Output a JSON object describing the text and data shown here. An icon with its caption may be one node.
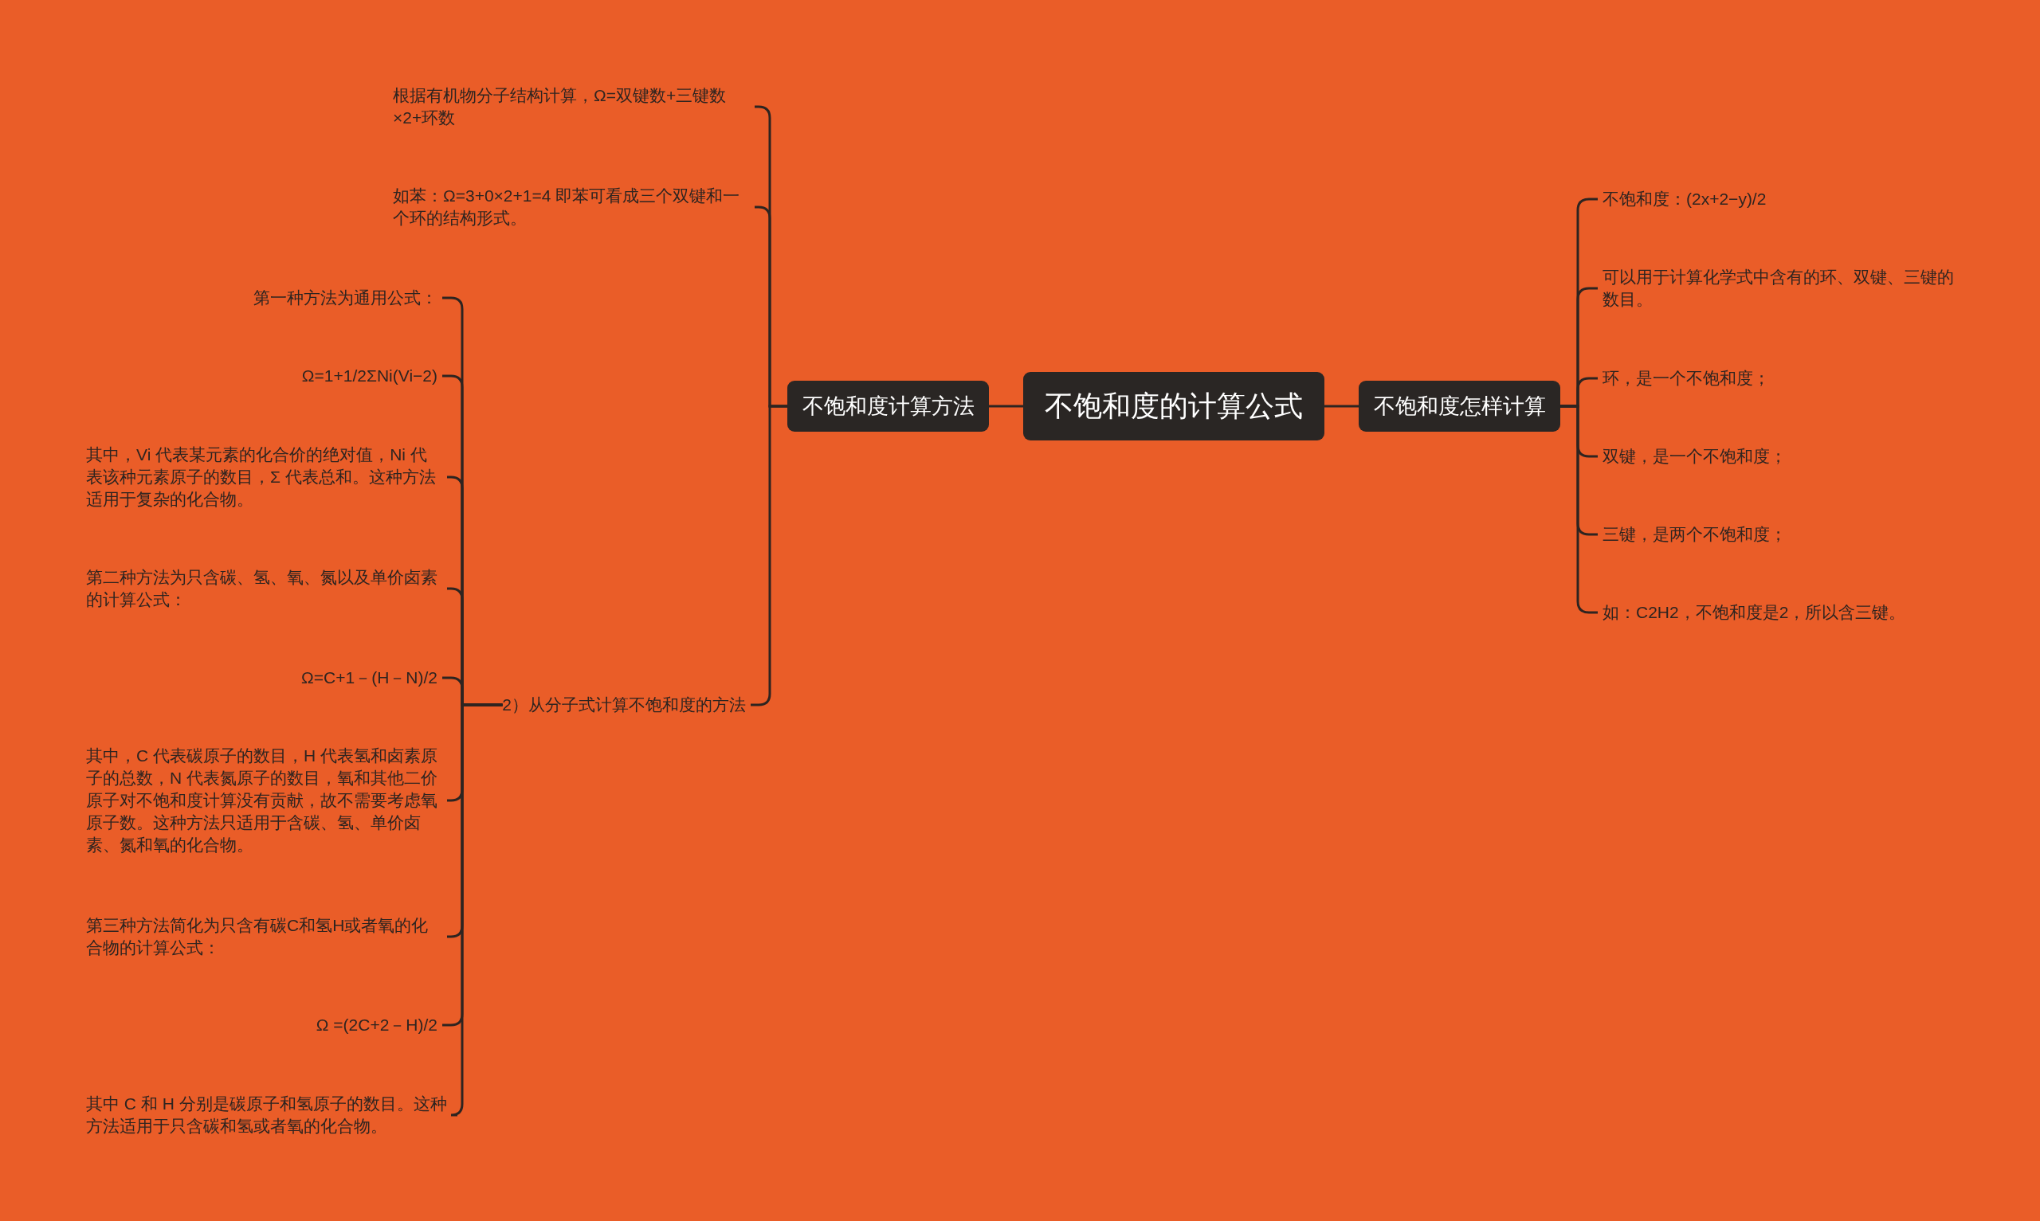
{
  "diagram": {
    "nodes": [
      {
        "text": [
          "不饱和度的计算公式"
        ]
      },
      {
        "text": [
          "不饱和度计算方法"
        ]
      },
      {
        "text": [
          "不饱和度怎样计算"
        ]
      },
      {
        "text": [
          "根据有机物分子结构计算，Ω=双键数+三键数×2+环数"
        ]
      },
      {
        "text": [
          "如苯：Ω=3+0×2+1=4 即苯可看成三个双键和一个环的结构形式。"
        ]
      },
      {
        "text": [
          "2）从分子式计算不饱和度的方法"
        ]
      },
      {
        "text": [
          "第一种方法为通用公式："
        ]
      },
      {
        "text": [
          "Ω=1+1/2ΣNi(Vi−2)"
        ]
      },
      {
        "text": [
          "其中，Vi 代表某元素的化合价的绝对值，Ni 代表该种元素原子的数目，Σ 代表总和。这种方法适用于复杂的化合物。"
        ]
      },
      {
        "text": [
          "第二种方法为只含碳、氢、氧、氮以及单价卤素的计算公式："
        ]
      },
      {
        "text": [
          "Ω=C+1－(H－N)/2"
        ]
      },
      {
        "text": [
          "其中，C 代表碳原子的数目，H 代表氢和卤素原子的总数，N 代表氮原子的数目，氧和其他二价原子对不饱和度计算没有贡献，故不需要考虑氧原子数。这种方法只适用于含碳、氢、单价卤素、氮和氧的化合物。"
        ]
      },
      {
        "text": [
          "第三种方法简化为只含有碳C和氢H或者氧的化合物的计算公式："
        ]
      },
      {
        "text": [
          "Ω =(2C+2－H)/2"
        ]
      },
      {
        "text": [
          "其中 C 和 H 分别是碳原子和氢原子的数目。这种方法适用于只含碳和氢或者氧的化合物。"
        ]
      },
      {
        "text": [
          "不饱和度：(2x+2−y)/2"
        ]
      },
      {
        "text": [
          "可以用于计算化学式中含有的环、双键、三键的数目。"
        ]
      },
      {
        "text": [
          "环，是一个不饱和度；"
        ]
      },
      {
        "text": [
          "双键，是一个不饱和度；"
        ]
      },
      {
        "text": [
          "三键，是两个不饱和度；"
        ]
      },
      {
        "text": [
          "如：C2H2，不饱和度是2，所以含三键。"
        ]
      }
    ],
    "edges": [
      {
        "from": 0,
        "to": 1,
        "arrow": "none"
      },
      {
        "from": 0,
        "to": 2,
        "arrow": "none"
      },
      {
        "from": 1,
        "to": 3,
        "arrow": "none"
      },
      {
        "from": 1,
        "to": 4,
        "arrow": "none"
      },
      {
        "from": 1,
        "to": 5,
        "arrow": "none"
      },
      {
        "from": 5,
        "to": 6,
        "arrow": "none"
      },
      {
        "from": 5,
        "to": 7,
        "arrow": "none"
      },
      {
        "from": 5,
        "to": 8,
        "arrow": "none"
      },
      {
        "from": 5,
        "to": 9,
        "arrow": "none"
      },
      {
        "from": 5,
        "to": 10,
        "arrow": "none"
      },
      {
        "from": 5,
        "to": 11,
        "arrow": "none"
      },
      {
        "from": 5,
        "to": 12,
        "arrow": "none"
      },
      {
        "from": 5,
        "to": 13,
        "arrow": "none"
      },
      {
        "from": 5,
        "to": 14,
        "arrow": "none"
      },
      {
        "from": 2,
        "to": 15,
        "arrow": "none"
      },
      {
        "from": 2,
        "to": 16,
        "arrow": "none"
      },
      {
        "from": 2,
        "to": 17,
        "arrow": "none"
      },
      {
        "from": 2,
        "to": 18,
        "arrow": "none"
      },
      {
        "from": 2,
        "to": 19,
        "arrow": "none"
      },
      {
        "from": 2,
        "to": 20,
        "arrow": "none"
      }
    ]
  }
}
